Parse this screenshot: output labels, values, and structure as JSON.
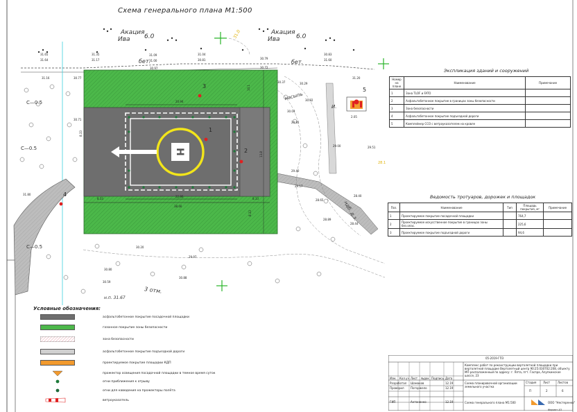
{
  "drawing_title": "Схема генерального плана М1:500",
  "colors": {
    "green": "#4cb84a",
    "pad": "#6e6e6e",
    "road": "#bdbdbd",
    "yellow": "#f2e51a",
    "red": "#e02020",
    "orange": "#f29a2e",
    "hatch": "#f3c9d0"
  },
  "map_labels": {
    "acacia_1": "Акация",
    "acacia_2": "Акация",
    "tree_1": "Ива",
    "tree_2": "Ива",
    "num_6_1": "6.0",
    "num_6_2": "6.0",
    "bet_1": "бет.",
    "bet_2": "бет.",
    "contour": "31.0",
    "nasyp": "насыпь",
    "i": "И.",
    "hdg": "ндб. д.з.",
    "pp": "н.п. 31.67",
    "tri": "3 отм.",
    "c05": "С—0.5",
    "c05_2": "С—0.5",
    "c05_3": "С—0.5"
  },
  "elevations": [
    "31.65",
    "31.64",
    "31.35",
    "31.17",
    "31.09",
    "31.00",
    "30.97",
    "31.04",
    "30.81",
    "30.79",
    "30.72",
    "30.83",
    "31.60",
    "30.37",
    "30.29",
    "30.04",
    "29.81",
    "29.51",
    "28.1",
    "29.40",
    "29.17",
    "28.65",
    "28.44",
    "28.40",
    "28.89",
    "30.20",
    "31.80",
    "30.80",
    "30.59",
    "30.88",
    "29.97",
    "30.82",
    "31.20",
    "29.00",
    "30.77",
    "30.71",
    "31.16"
  ],
  "callouts": [
    "1",
    "2",
    "3",
    "4",
    "5"
  ],
  "dims": {
    "top": "20.94",
    "bottom_inner": "22.86",
    "bottom_total": "38.66",
    "left_off": "8.33",
    "right_off": "8.33",
    "side": "13.8",
    "top_v": "8.33",
    "bottom_v": "8.33",
    "h_top": "10.1",
    "five_dim": "2.05"
  },
  "table1": {
    "title": "Экспликация зданий и сооружений",
    "headers": [
      "Номер на плане",
      "Наименование",
      "Примечание"
    ],
    "rows": [
      [
        "1",
        "Зона TLOF и FATO",
        ""
      ],
      [
        "2",
        "Асфальтобетонное покрытие в границах зоны безопасности",
        ""
      ],
      [
        "3",
        "Зона безопасности",
        ""
      ],
      [
        "4",
        "Асфальтобетонное покрытие подъездной дороги",
        ""
      ],
      [
        "5",
        "Комплейнер ССО с ветроуказателем на кровле",
        ""
      ]
    ]
  },
  "table2": {
    "title": "Ведомость тротуаров, дорожек и площадок",
    "headers": [
      "Поз.",
      "Наименование",
      "Тип",
      "Площадь покрытия, м²",
      "Примечание"
    ],
    "rows": [
      [
        "1",
        "Проектируемое покрытие посадочной площадки",
        "",
        "764,7",
        ""
      ],
      [
        "2",
        "Проектируемое искусственное покрытие в границах зоны без.опас.",
        "",
        "225,6",
        ""
      ],
      [
        "3",
        "Проектируемое покрытие подъездной дороги",
        "",
        "94,6",
        ""
      ]
    ]
  },
  "legend": {
    "title": "Условные обозначения:",
    "items": [
      "асфальтобетонное покрытие посадочной площадки",
      "газонное покрытие зоны безопасности",
      "зона безопасности",
      "асфальтобетонное покрытие подъездной дороги",
      "проектируемое покрытие площадки КДП",
      "прожектор освещения посадочной площадки в темное время суток",
      "огни приближения к отрыву",
      "огни для наведения на прожекторы полёта",
      "ветроуказатель"
    ]
  },
  "stamp": {
    "code": "05-2019-ГПЗ",
    "desc": "Комплекс работ по реконструкции вертолетной площадки при вертолетной площадке Вертолетный центр 90:25:030702:208, объекту МП расположенный по адресу: г. Ялта, пгт. Гаспра, Алупкинское шоссе, 23",
    "project": "Схема генерального плана М1:500",
    "section": "Схема планировочной организации земельного участка",
    "stage_h": "Стадия",
    "sheet_h": "Лист",
    "sheets_h": "Листов",
    "stage": "П",
    "sheet": "2",
    "sheets": "6",
    "org": "ООО \"Нестеренко\"",
    "roles": [
      "Изм.",
      "Кол.уч",
      "Лист",
      "№док",
      "Подпись",
      "Дата"
    ],
    "people": [
      [
        "Разработал",
        "Шамаков",
        "",
        "12.19"
      ],
      [
        "Проверил",
        "Погоржело",
        "",
        "12.19"
      ],
      [
        "",
        "",
        "",
        ""
      ],
      [
        "ГИП",
        "Антоненко",
        "",
        "12.19"
      ]
    ],
    "format": "Формат А3"
  }
}
